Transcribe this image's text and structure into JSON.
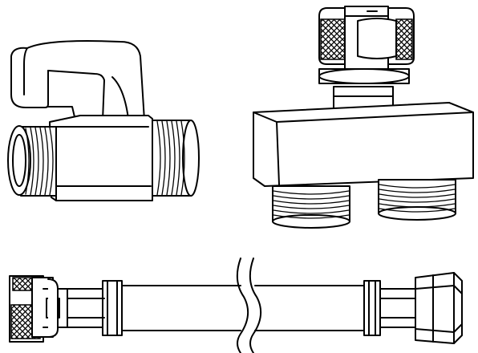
{
  "figure": {
    "background": "#ffffff",
    "stroke_color": "#000000",
    "components": [
      {
        "id": "ball-valve",
        "icon": "ball-valve-icon"
      },
      {
        "id": "two-way-splitter",
        "icon": "splitter-icon"
      },
      {
        "id": "flexible-hose",
        "icon": "hose-icon"
      }
    ]
  }
}
